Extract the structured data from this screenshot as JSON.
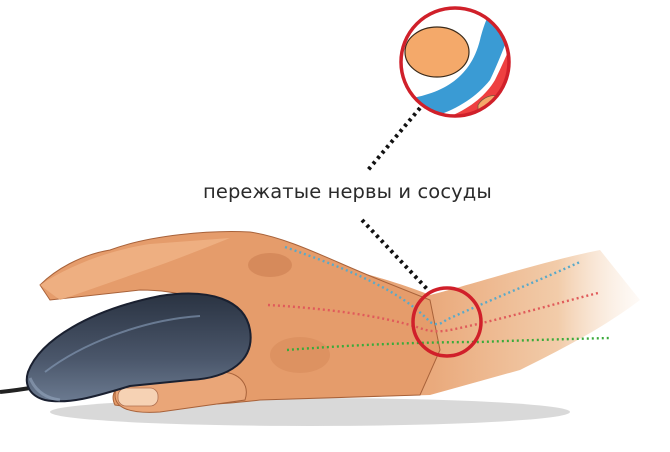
{
  "diagram": {
    "caption": "пережатые нервы и сосуды",
    "subject": "hand holding computer mouse, wrist bent upward",
    "callout": {
      "magnified_view": "cross-section with compressed nerves and vessels",
      "ring_color": "#d0202a",
      "layers": [
        {
          "name": "bone-large",
          "color": "#f4a96a"
        },
        {
          "name": "nerve-blue",
          "color": "#3a9bd4"
        },
        {
          "name": "vessel-red",
          "color": "#ee4040"
        },
        {
          "name": "nerve-green",
          "color": "#22a53a"
        },
        {
          "name": "bone-small",
          "color": "#f4a96a"
        }
      ]
    },
    "lines": [
      {
        "name": "blue-dotted-line",
        "color": "#5aa9c9"
      },
      {
        "name": "red-dotted-line",
        "color": "#e05a5a"
      },
      {
        "name": "green-dotted-line",
        "color": "#3aaa3a"
      }
    ],
    "colors": {
      "skin": "#e9a676",
      "skin_dark": "#c97a4c",
      "mouse": "#3f4a5c",
      "connector": "#111111"
    }
  }
}
